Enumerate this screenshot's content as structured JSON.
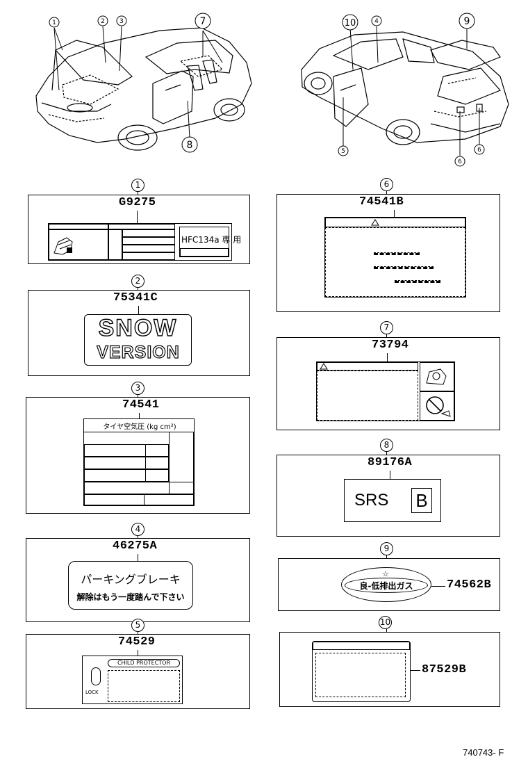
{
  "callouts": {
    "c1": "1",
    "c2": "2",
    "c3": "3",
    "c4": "4",
    "c5": "5",
    "c6": "6",
    "c7": "7",
    "c8": "8",
    "c9": "9",
    "c10": "10"
  },
  "labels": {
    "l1": {
      "num": "1",
      "code": "G9275",
      "hfc": "HFC134a 専 用"
    },
    "l2": {
      "num": "2",
      "code": "75341C",
      "line1": "SNOW",
      "line2": "VERSION"
    },
    "l3": {
      "num": "3",
      "code": "74541",
      "title": "タイヤ空気圧 (kg cm²)"
    },
    "l4": {
      "num": "4",
      "code": "46275A",
      "line1": "パーキングブレーキ",
      "line2": "解除はもう一度踏んで下さい"
    },
    "l5": {
      "num": "5",
      "code": "74529",
      "title": "CHILD PROTECTOR",
      "lock": "LOCK"
    },
    "l6": {
      "num": "6",
      "code": "74541B"
    },
    "l7": {
      "num": "7",
      "code": "73794"
    },
    "l8": {
      "num": "8",
      "code": "89176A",
      "text": "SRS",
      "box": "B"
    },
    "l9": {
      "num": "9",
      "code": "74562B",
      "text": "良-低排出ガス"
    },
    "l10": {
      "num": "10",
      "code": "87529B"
    }
  },
  "footer": {
    "ref": "740743- F"
  }
}
